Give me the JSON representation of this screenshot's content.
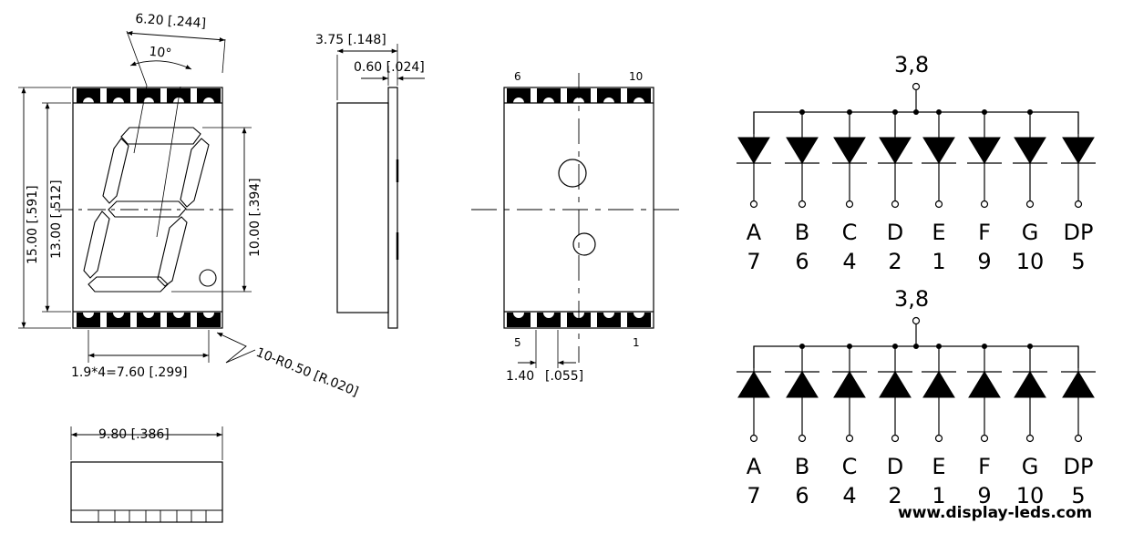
{
  "front_view": {
    "width_dim": "6.20 [.244]",
    "angle": "10°",
    "height_total_dim": "15.00 [.591]",
    "height_body_dim": "13.00 [.512]",
    "digit_height_dim": "10.00 [.394]",
    "pitch_dim": "1.9*4=7.60 [.299]",
    "radius_dim": "10-R0.50 [R.020]"
  },
  "side_view": {
    "depth_dim": "3.75 [.148]",
    "lead_dim": "0.60 [.024]"
  },
  "bottom_view": {
    "width_dim": "9.80 [.386]"
  },
  "pin_view": {
    "pin_top_left": "6",
    "pin_top_right": "10",
    "pin_bottom_left": "5",
    "pin_bottom_right": "1",
    "pad_dim_a": "1.40",
    "pad_dim_b": "[.055]"
  },
  "circuits": [
    {
      "common_label": "3,8",
      "type": "common-anode",
      "segments": [
        "A",
        "B",
        "C",
        "D",
        "E",
        "F",
        "G",
        "DP"
      ],
      "pins": [
        "7",
        "6",
        "4",
        "2",
        "1",
        "9",
        "10",
        "5"
      ]
    },
    {
      "common_label": "3,8",
      "type": "common-cathode",
      "segments": [
        "A",
        "B",
        "C",
        "D",
        "E",
        "F",
        "G",
        "DP"
      ],
      "pins": [
        "7",
        "6",
        "4",
        "2",
        "1",
        "9",
        "10",
        "5"
      ]
    }
  ],
  "watermark": "www.display-leds.com"
}
